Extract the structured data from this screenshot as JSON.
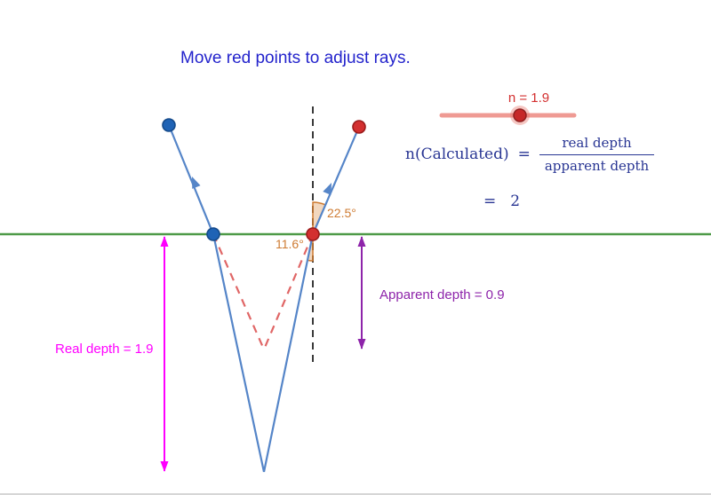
{
  "title": "Move red points to adjust rays.",
  "slider": {
    "label": "n = 1.9",
    "value": "1.9"
  },
  "formula": {
    "lhs": "n(Calculated)",
    "equals": "=",
    "numerator": "real depth",
    "denominator": "apparent depth",
    "result_equals": "=",
    "result": "2"
  },
  "diagram": {
    "real_depth_label": "Real depth = 1.9",
    "apparent_depth_label": "Apparent depth = 0.9",
    "angle_above": "22.5°",
    "angle_below": "11.6°"
  },
  "colors": {
    "ray_blue": "#5585c8",
    "point_blue": "#1f63b5",
    "point_red": "#d32f2f",
    "surface_green": "#4e9a47",
    "real_depth_magenta": "#ff00ff",
    "apparent_depth_purple": "#8e24aa",
    "angle_orange": "#ce7b32",
    "virtual_ray_red": "#e06666",
    "normal_gray": "#3a3a3a",
    "title_blue": "#2323cc",
    "formula_navy": "#283593",
    "slider_red": "#d32f2f"
  }
}
